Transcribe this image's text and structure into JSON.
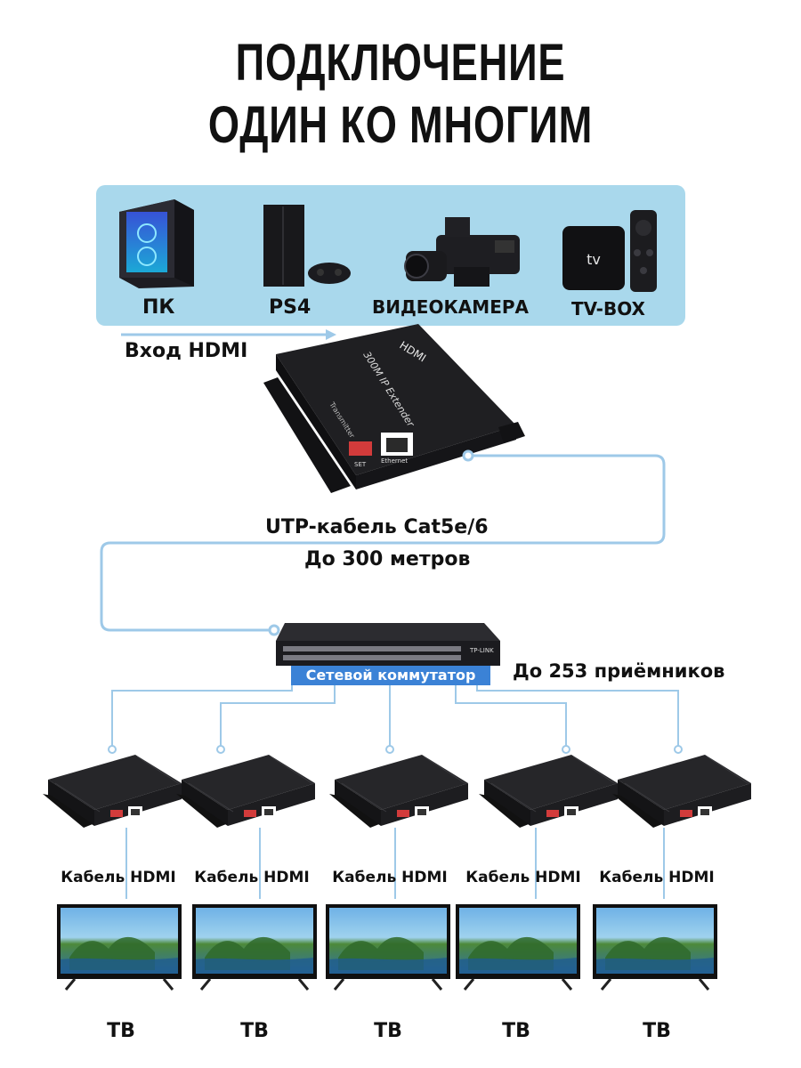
{
  "title": {
    "line1": "ПОДКЛЮЧЕНИЕ",
    "line2": "ОДИН КО МНОГИМ"
  },
  "sources": [
    {
      "label": "ПК",
      "icon": "pc-tower-icon"
    },
    {
      "label": "PS4",
      "icon": "game-console-icon"
    },
    {
      "label": "ВИДЕОКАМЕРА",
      "icon": "video-camera-icon"
    },
    {
      "label": "TV-BOX",
      "icon": "tv-box-icon"
    }
  ],
  "tvbox_text": "tv",
  "transmitter": {
    "input_label": "Вход HDMI",
    "brand": "HDMI",
    "model": "300M IP Extender",
    "role": "Transmitter",
    "set_label": "SET",
    "port_label": "Ethernet"
  },
  "cable": {
    "type_label": "UTP-кабель Cat5e/6",
    "distance_label": "До 300 метров"
  },
  "switch": {
    "label": "Сетевой коммутатор",
    "brand": "TP-LINK",
    "max_receivers": "До 253 приёмников"
  },
  "receivers": [
    {
      "cable_label": "Кабель HDMI",
      "tv_label": "ТВ"
    },
    {
      "cable_label": "Кабель HDMI",
      "tv_label": "ТВ"
    },
    {
      "cable_label": "Кабель HDMI",
      "tv_label": "ТВ"
    },
    {
      "cable_label": "Кабель HDMI",
      "tv_label": "ТВ"
    },
    {
      "cable_label": "Кабель HDMI",
      "tv_label": "ТВ"
    }
  ],
  "colors": {
    "panel": "#a9d8ec",
    "cable": "#9ec9e8",
    "switch_label_bg": "#3b82d6",
    "device": "#1b1b1d"
  }
}
